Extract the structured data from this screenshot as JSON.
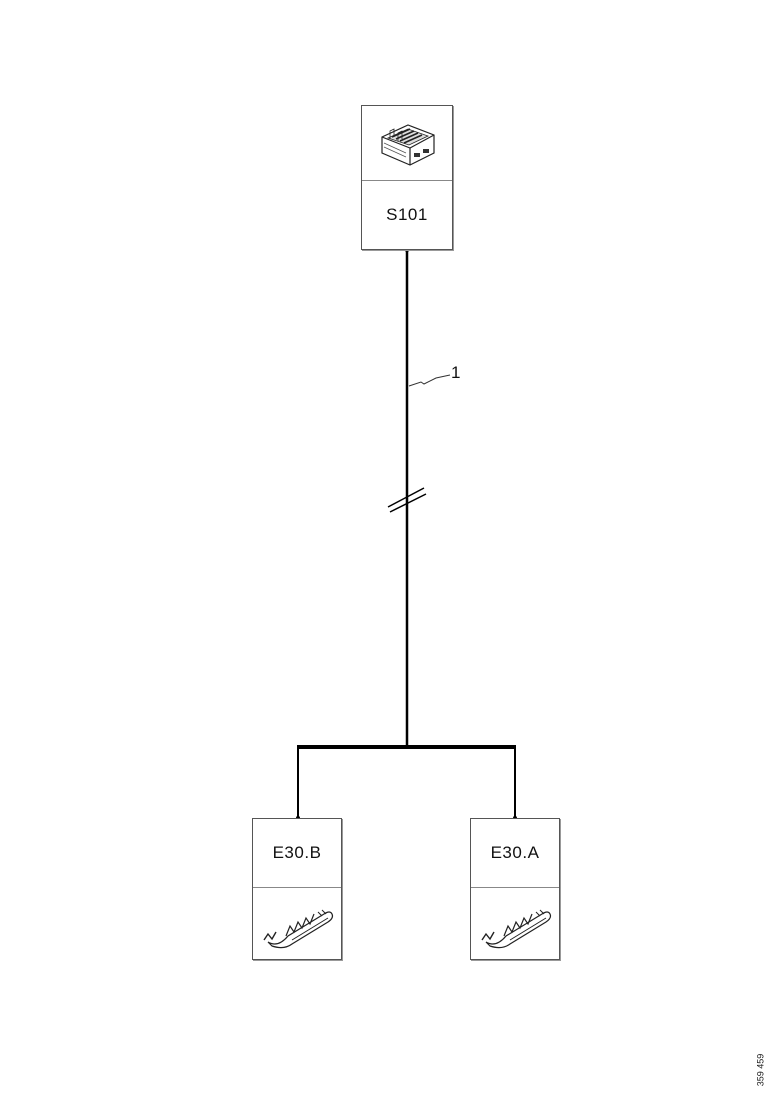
{
  "components": {
    "top": {
      "label": "S101",
      "icon": "control-unit-icon"
    },
    "left": {
      "label": "E30.B",
      "icon": "heating-element-icon"
    },
    "right": {
      "label": "E30.A",
      "icon": "heating-element-icon"
    }
  },
  "wire_label": "1",
  "reference_id": "359 459"
}
